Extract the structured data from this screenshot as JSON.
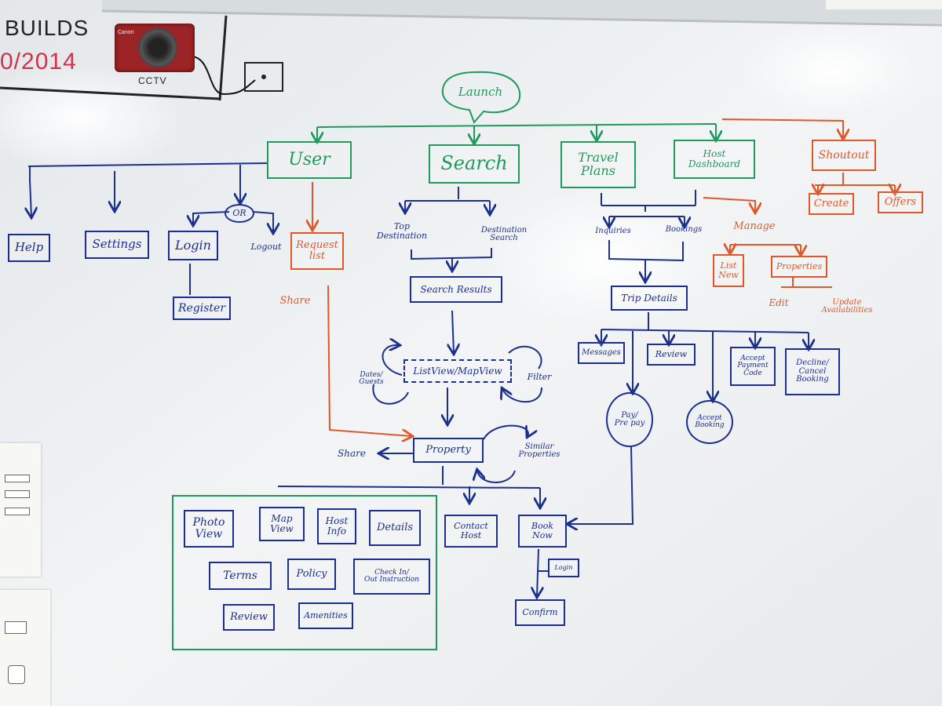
{
  "board": {
    "header_word": "BUILDS",
    "header_date": "0/2014",
    "camera_brand": "Canon",
    "camera_label": "CCTV"
  },
  "colors": {
    "green": "#1f9a5c",
    "blue": "#1b2f8f",
    "orange": "#e0582a",
    "board": "#eef1f3"
  },
  "nodes": {
    "launch": "Launch",
    "user": "User",
    "search": "Search",
    "travel_plans": "Travel\nPlans",
    "host_dashboard": "Host\nDashboard",
    "shoutout": "Shoutout",
    "create": "Create",
    "offers": "Offers",
    "help": "Help",
    "settings": "Settings",
    "login": "Login",
    "or": "OR",
    "logout": "Logout",
    "register": "Register",
    "request_list": "Request\nlist",
    "share_orange": "Share",
    "top_destination": "Top\nDestination",
    "destination_search": "Destination\nSearch",
    "search_results": "Search Results",
    "list_map_view": "ListView/MapView",
    "dates_guests": "Dates/\nGuests",
    "filter": "Filter",
    "property": "Property",
    "share_blue": "Share",
    "similar_properties": "Similar\nProperties",
    "photo_view": "Photo\nView",
    "map_view": "Map\nView",
    "host_info": "Host\nInfo",
    "details": "Details",
    "terms": "Terms",
    "policy": "Policy",
    "check_in_out": "Check In/\nOut Instruction",
    "review_prop": "Review",
    "amenities": "Amenities",
    "contact_host": "Contact\nHost",
    "book_now": "Book\nNow",
    "login_small": "Login",
    "confirm": "Confirm",
    "inquiries": "Inquiries",
    "bookings": "Bookings",
    "trip_details": "Trip Details",
    "messages": "Messages",
    "review_trip": "Review",
    "accept_payment_code": "Accept\nPayment\nCode",
    "decline_cancel_booking": "Decline/\nCancel\nBooking",
    "pay_prepay": "Pay/\nPre pay",
    "accept_booking": "Accept\nBooking",
    "manage": "Manage",
    "list_new": "List\nNew",
    "properties": "Properties",
    "edit": "Edit",
    "update_availabilities": "Update\nAvailabilities"
  }
}
